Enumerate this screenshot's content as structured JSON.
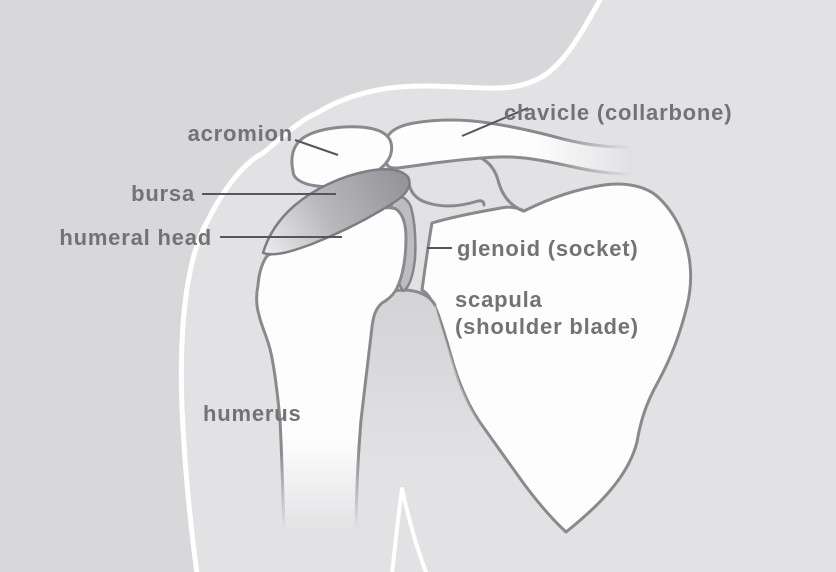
{
  "diagram": {
    "type": "anatomical-illustration",
    "subject": "shoulder joint bones, front view"
  },
  "labels": {
    "acromion": "acromion",
    "bursa": "bursa",
    "humeral_head": "humeral head",
    "clavicle": "clavicle (collarbone)",
    "glenoid": "glenoid (socket)",
    "scapula_line1": "scapula",
    "scapula_line2": "(shoulder blade)",
    "humerus": "humerus"
  },
  "colors": {
    "background_outer": "#d8d8da",
    "background_body": "#e2e2e4",
    "bone_fill": "#fdfdfe",
    "bone_outline": "#8a8a8e",
    "bursa_dark": "#96969a",
    "bursa_light": "#eaeaec",
    "glenoid_fill": "#bdbdc0",
    "scapula_shaded": "#d4d4d7",
    "label_text": "#737377",
    "leader_line": "#55555a",
    "silhouette_line": "#ffffff"
  }
}
